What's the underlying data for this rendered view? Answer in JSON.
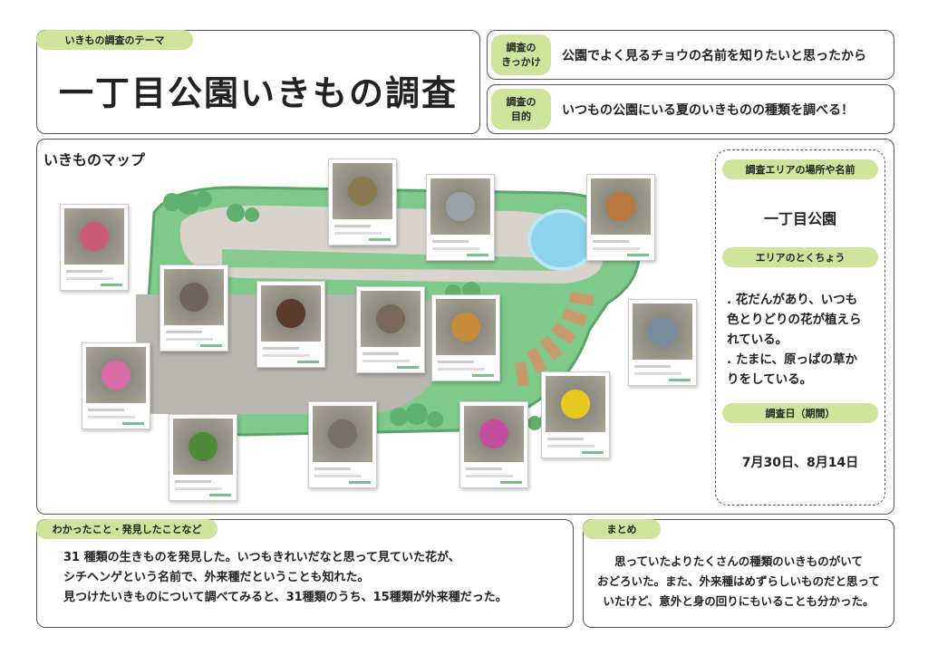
{
  "theme": {
    "label": "いきもの調査のテーマ",
    "title": "一丁目公園いきもの調査"
  },
  "reason": {
    "label_line1": "調査の",
    "label_line2": "きっかけ",
    "text": "公園でよく見るチョウの名前を知りたいと思ったから"
  },
  "goal": {
    "label_line1": "調査の",
    "label_line2": "目的",
    "text": "いつもの公園にいる夏のいきものの種類を調べる！"
  },
  "map": {
    "title": "いきものマップ",
    "photos": [
      {
        "subject": "flower-red-yellow",
        "color": "#c95b77"
      },
      {
        "subject": "cicada",
        "color": "#8a7a4e"
      },
      {
        "subject": "pigeon",
        "color": "#9aa2a8"
      },
      {
        "subject": "hanging-basket",
        "color": "#b9793c"
      },
      {
        "subject": "jumping-spider",
        "color": "#6d655a"
      },
      {
        "subject": "rhinoceros-beetle",
        "color": "#5a3b2c"
      },
      {
        "subject": "ant-insect",
        "color": "#7a6a5a"
      },
      {
        "subject": "damselfly",
        "color": "#c48b3a"
      },
      {
        "subject": "black-moth",
        "color": "#7a8ca0"
      },
      {
        "subject": "lantana",
        "color": "#d86ba5"
      },
      {
        "subject": "leafy-plant",
        "color": "#4f8a3a"
      },
      {
        "subject": "beetle-on-bark",
        "color": "#77716a"
      },
      {
        "subject": "pink-vinca",
        "color": "#c44fa0"
      },
      {
        "subject": "yellow-zinnia",
        "color": "#e8c81e"
      }
    ]
  },
  "area": {
    "place_label": "調査エリアの場所や名前",
    "place": "一丁目公園",
    "feature_label": "エリアのとくちょう",
    "feature": ". 花だんがあり、いつも\n色とりどりの花が植えら\nれている。\n. たまに、原っぱの草か\nりをしている。",
    "date_label": "調査日（期間）",
    "date": "7月30日、8月14日"
  },
  "findings": {
    "label": "わかったこと・発見したことなど",
    "text": "31 種類の生きものを発見した。いつもきれいだなと思って見ていた花が、\nシチヘンゲという名前で、外来種だということも知れた。\n見つけたいきものについて調べてみると、31種類のうち、15種類が外来種だった。"
  },
  "summary": {
    "label": "まとめ",
    "text": "思っていたよりたくさんの種類のいきものがいて\nおどろいた。また、外来種はめずらしいものだと思って\nいたけど、意外と身の回りにもいることも分かった。"
  },
  "colors": {
    "accent": "#cde49a",
    "lawn": "#7fc98a",
    "path": "#d8d3cd",
    "pond": "#8dd3ee"
  }
}
